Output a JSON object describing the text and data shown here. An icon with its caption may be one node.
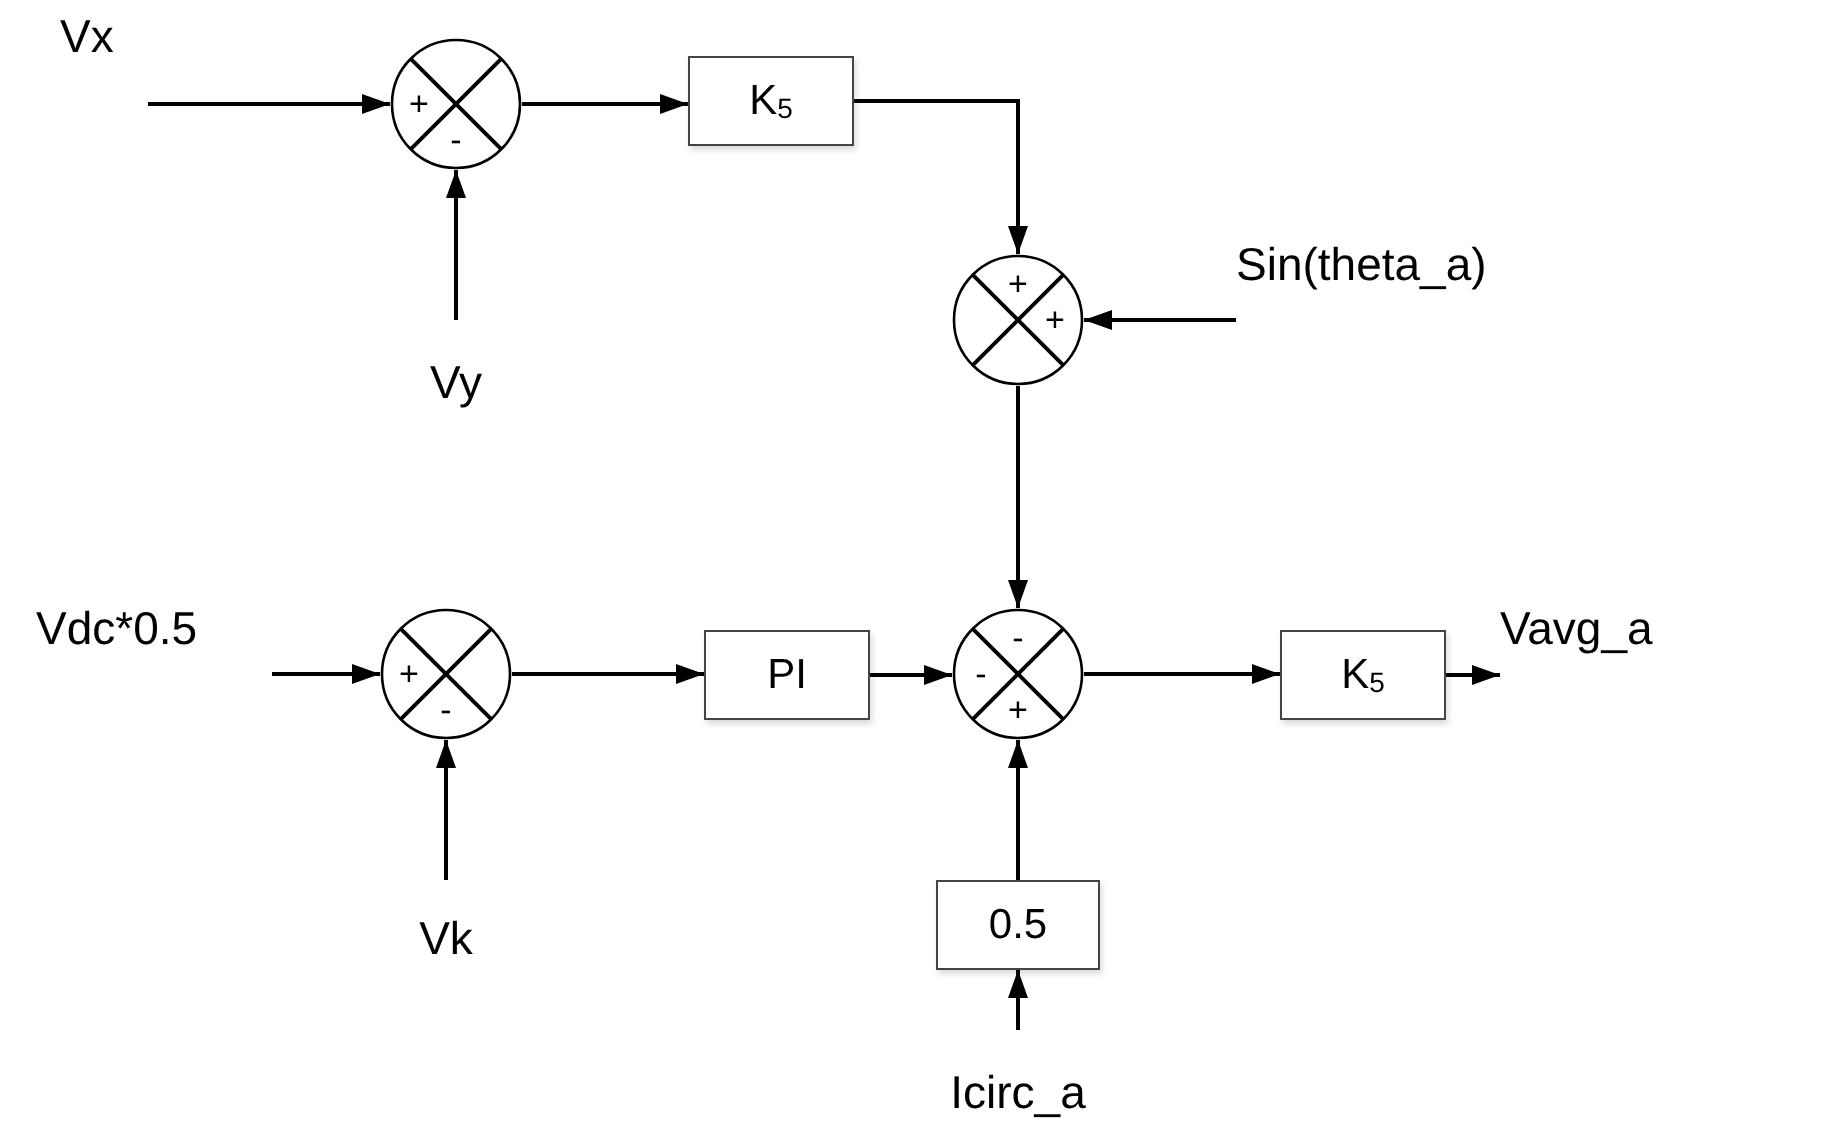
{
  "diagram": {
    "nodes": [
      {
        "text": [
          "Vx"
        ]
      },
      {
        "text": [
          "+",
          "-"
        ]
      },
      {
        "text": [
          "K$_{5}$"
        ]
      },
      {
        "text": [
          "Vy"
        ]
      },
      {
        "text": [
          "+",
          "+"
        ]
      },
      {
        "text": [
          "Sin(theta_a)"
        ]
      },
      {
        "text": [
          "Vdc*0.5"
        ]
      },
      {
        "text": [
          "+",
          "-"
        ]
      },
      {
        "text": [
          "Vk"
        ]
      },
      {
        "text": [
          "PI"
        ]
      },
      {
        "text": [
          "-",
          "-",
          "+"
        ]
      },
      {
        "text": [
          "K$_{5}$"
        ]
      },
      {
        "text": [
          "Vavg_a"
        ]
      },
      {
        "text": [
          "0.5"
        ]
      },
      {
        "text": [
          "Icirc_a"
        ]
      }
    ],
    "edges": [
      {
        "from": 0,
        "to": 1,
        "arrow": "to"
      },
      {
        "from": 3,
        "to": 1,
        "arrow": "to"
      },
      {
        "from": 1,
        "to": 2,
        "arrow": "to"
      },
      {
        "from": 2,
        "to": 4,
        "arrow": "to"
      },
      {
        "from": 5,
        "to": 4,
        "arrow": "to"
      },
      {
        "from": 4,
        "to": 10,
        "arrow": "to"
      },
      {
        "from": 6,
        "to": 7,
        "arrow": "to"
      },
      {
        "from": 8,
        "to": 7,
        "arrow": "to"
      },
      {
        "from": 7,
        "to": 9,
        "arrow": "to"
      },
      {
        "from": 9,
        "to": 10,
        "arrow": "to"
      },
      {
        "from": 10,
        "to": 11,
        "arrow": "to"
      },
      {
        "from": 11,
        "to": 12,
        "arrow": "to"
      },
      {
        "from": 14,
        "to": 13,
        "arrow": "to"
      },
      {
        "from": 13,
        "to": 10,
        "arrow": "to"
      }
    ]
  }
}
